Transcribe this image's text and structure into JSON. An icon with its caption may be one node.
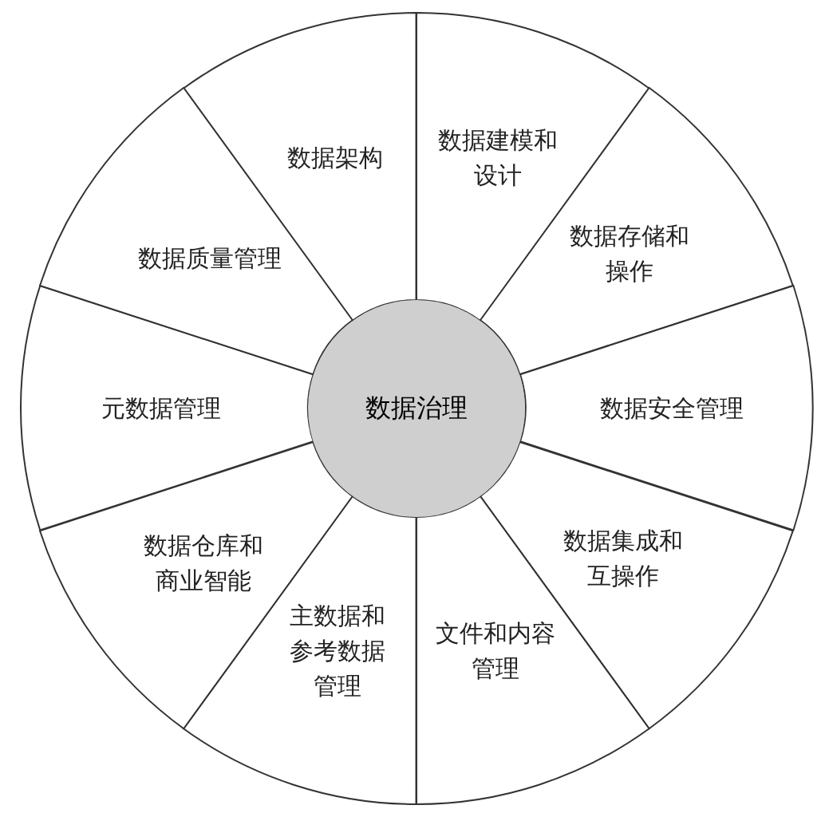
{
  "diagram": {
    "nodes": [
      {
        "text": [
          "数据架构"
        ]
      },
      {
        "text": [
          "数据建模和设计"
        ]
      },
      {
        "text": [
          "数据存储和操作"
        ]
      },
      {
        "text": [
          "数据安全管理"
        ]
      },
      {
        "text": [
          "数据集成和互操作"
        ]
      },
      {
        "text": [
          "文件和内容管理"
        ]
      },
      {
        "text": [
          "主数据和参考数据管理"
        ]
      },
      {
        "text": [
          "数据仓库和商业智能"
        ]
      },
      {
        "text": [
          "元数据管理"
        ]
      },
      {
        "text": [
          "数据质量管理"
        ]
      },
      {
        "text": [
          "数据治理"
        ]
      }
    ]
  }
}
